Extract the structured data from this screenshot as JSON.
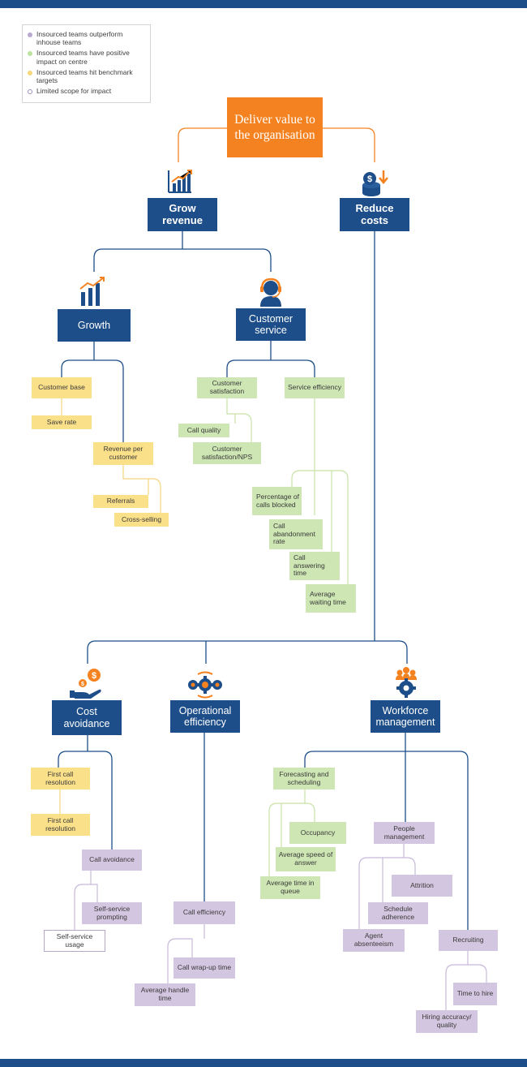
{
  "colors": {
    "navy": "#1d4e89",
    "orange": "#f58220",
    "yellow": "#fbe08a",
    "green": "#cde6b3",
    "purple": "#d3c6e0",
    "limited_border": "#b4a7c9"
  },
  "legend": {
    "items": [
      {
        "label": "Insourced teams outperform inhouse teams",
        "color": "#b8a9d1"
      },
      {
        "label": "Insourced teams have positive impact on centre",
        "color": "#bde3a2"
      },
      {
        "label": "Insourced teams hit benchmark targets",
        "color": "#f7d87c"
      },
      {
        "label": "Limited scope for impact",
        "color": "#ffffff"
      }
    ]
  },
  "root": "Deliver value to the organisation",
  "grow_revenue": "Grow revenue",
  "reduce_costs": "Reduce costs",
  "growth": {
    "title": "Growth",
    "customer_base": "Customer base",
    "save_rate": "Save rate",
    "revenue_per_customer": "Revenue per customer",
    "referrals": "Referrals",
    "cross_selling": "Cross-selling"
  },
  "customer_service": {
    "title": "Customer service",
    "customer_satisfaction": "Customer satisfaction",
    "service_efficiency": "Service efficiency",
    "call_quality": "Call quality",
    "customer_satisfaction_nps": "Customer satisfaction/NPS",
    "percentage_calls_blocked": "Percentage of calls blocked",
    "call_abandonment_rate": "Call abandonment rate",
    "call_answering_time": "Call answering time",
    "average_waiting_time": "Average waiting time"
  },
  "cost_avoidance": {
    "title": "Cost avoidance",
    "first_call_resolution_1": "First call resolution",
    "first_call_resolution_2": "First call resolution",
    "call_avoidance": "Call avoidance",
    "self_service_prompting": "Self-service prompting",
    "self_service_usage": "Self-service usage"
  },
  "operational_efficiency": {
    "title": "Operational efficiency",
    "call_efficiency": "Call efficiency",
    "call_wrap_up_time": "Call wrap-up time",
    "average_handle_time": "Average handle time"
  },
  "workforce_management": {
    "title": "Workforce management",
    "forecasting_and_scheduling": "Forecasting and scheduling",
    "occupancy": "Occupancy",
    "average_speed_of_answer": "Average speed of answer",
    "average_time_in_queue": "Average time in queue",
    "people_management": "People management",
    "attrition": "Attrition",
    "schedule_adherence": "Schedule adherence",
    "agent_absenteeism": "Agent absenteeism",
    "recruiting": "Recruiting",
    "time_to_hire": "Time to hire",
    "hiring_accuracy_quality": "Hiring accuracy/ quality"
  }
}
